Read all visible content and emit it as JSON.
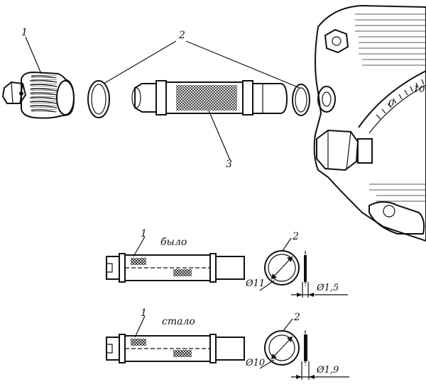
{
  "top": {
    "callouts": {
      "c1": "1",
      "c2": "2",
      "c3": "3"
    },
    "scale": {
      "t0": "0",
      "t10": "10"
    }
  },
  "before": {
    "caption": "было",
    "callout_1": "1",
    "callout_2": "2",
    "dia_label": "Ø11",
    "thick_label": "Ø1,5"
  },
  "after": {
    "caption": "стало",
    "callout_1": "1",
    "callout_2": "2",
    "dia_label": "Ø10",
    "thick_label": "Ø1,9"
  }
}
